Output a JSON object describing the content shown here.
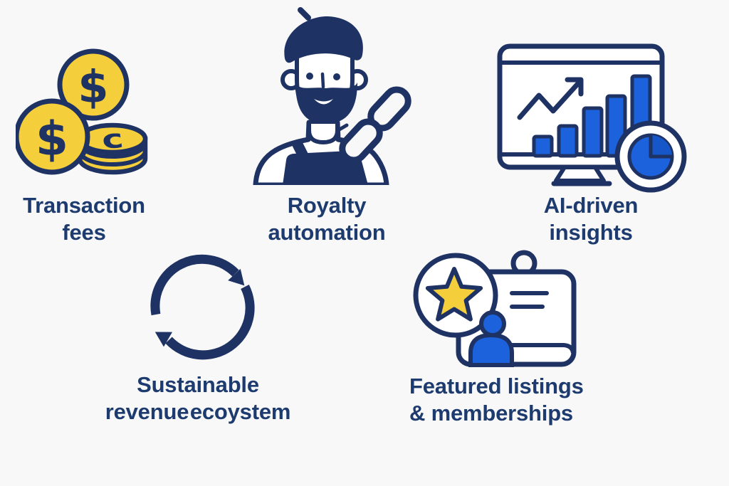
{
  "page": {
    "background": "#f8f8f8",
    "description": "Marketplace revenue features infographic"
  },
  "colors": {
    "navy": "#1e3264",
    "navy_text": "#1d3b6f",
    "blue": "#1b62dc",
    "blue_dark": "#1557c9",
    "gold": "#f5ce3b",
    "white": "#ffffff",
    "bg": "#f8f8f8"
  },
  "features": [
    {
      "id": "transaction-fees",
      "icon": "coins-icon",
      "label_line1": "Transaction",
      "label_line2": "fees"
    },
    {
      "id": "royalty-automation",
      "icon": "artisan-chain-icon",
      "label_line1": "Royalty",
      "label_line2": "automation"
    },
    {
      "id": "ai-driven-insights",
      "icon": "analytics-monitor-icon",
      "label_line1": "AI-driven",
      "label_line2": "insights"
    },
    {
      "id": "sustainable-revenue",
      "icon": "cycle-arrows-icon",
      "label_line1": "Sustainable",
      "label_line2": "revenue ecoystem"
    },
    {
      "id": "featured-listings",
      "icon": "star-badge-card-icon",
      "label_line1": "Featured listings",
      "label_line2": "& memberships"
    }
  ]
}
